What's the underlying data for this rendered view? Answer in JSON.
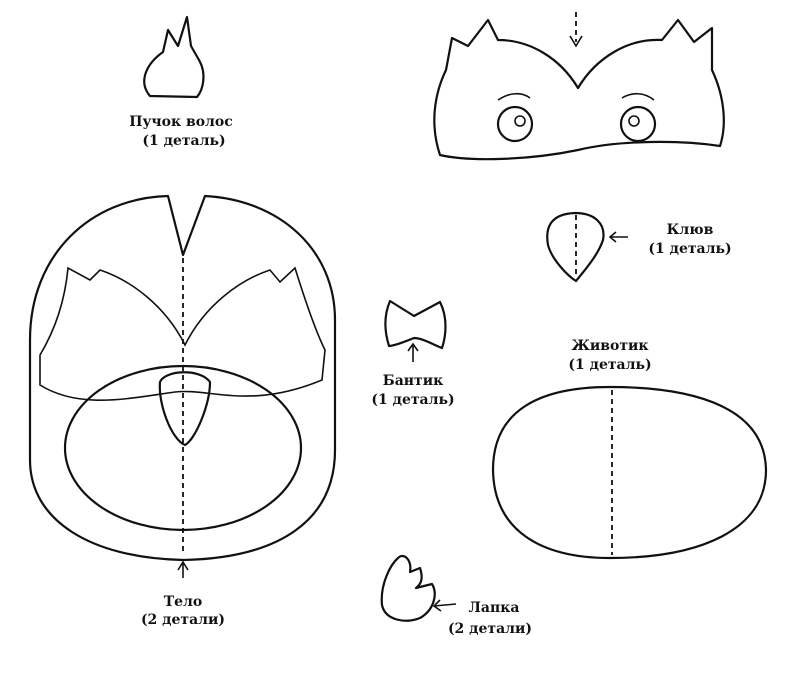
{
  "title": "Выкройка совы",
  "pieces": {
    "hair": {
      "name": "Пучок волос",
      "count": "(1 деталь)"
    },
    "beak": {
      "name": "Клюв",
      "count": "(1 деталь)"
    },
    "bow": {
      "name": "Бантик",
      "count": "(1 деталь)"
    },
    "belly": {
      "name": "Животик",
      "count": "(1 деталь)"
    },
    "body": {
      "name": "Тело",
      "count": "(2 детали)"
    },
    "foot": {
      "name": "Лапка",
      "count": "(2 детали)"
    }
  }
}
